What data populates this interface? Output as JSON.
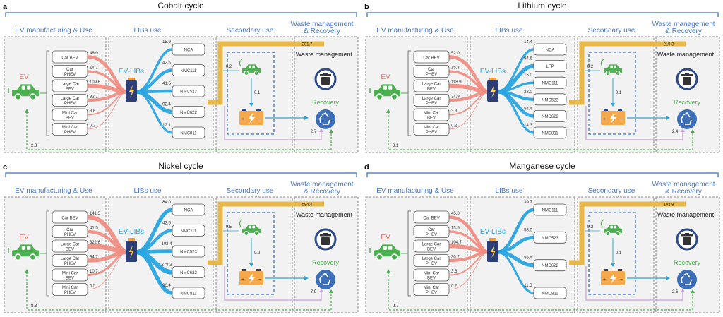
{
  "section_labels": {
    "ev": "EV manufacturing & Use",
    "libs": "LIBs use",
    "secondary": "Secondary use",
    "waste_line1": "Waste management",
    "waste_line2": "& Recovery"
  },
  "node_labels": {
    "ev": "EV",
    "ev_libs": "EV-LIBs",
    "waste_management": "Waste management",
    "recovery": "Recovery"
  },
  "colors": {
    "header_line": "#5b86c8",
    "section_text": "#4a78c2",
    "ev_green": "#4caf50",
    "ev_label_red": "#e8736b",
    "flow_red": "#f08a7e",
    "flow_blue": "#2aa4e0",
    "waste_gold": "#e8b84a",
    "dashed_border": "#888888",
    "panel_fill": "#f2f2f2",
    "secondary_dash": "#3a72c8",
    "waste_circle": "#2c4a8a",
    "recovery_circle": "#3d6eb8",
    "purple_line": "#c8a0d8"
  },
  "panels": [
    {
      "letter": "a",
      "title": "Cobalt cycle",
      "vehicles": [
        {
          "label": [
            "Car BEV"
          ],
          "value": "48.0"
        },
        {
          "label": [
            "Car",
            "PHEV"
          ],
          "value": "14.1"
        },
        {
          "label": [
            "Large Car",
            "BEV"
          ],
          "value": "109.6"
        },
        {
          "label": [
            "Large Car",
            "PHEV"
          ],
          "value": "32.1"
        },
        {
          "label": [
            "Mini Car",
            "BEV"
          ],
          "value": "3.6"
        },
        {
          "label": [
            "Mini Car",
            "PHEV"
          ],
          "value": "0.2"
        }
      ],
      "chemistries": [
        {
          "label": "NCA",
          "value": "15.9"
        },
        {
          "label": "NMC111",
          "value": "42.5"
        },
        {
          "label": "NMC523",
          "value": "41.5"
        },
        {
          "label": "NMC622",
          "value": "92.4"
        },
        {
          "label": "NMC811",
          "value": "12.1"
        }
      ],
      "waste_value": "201.7",
      "secondary_in": "0.2",
      "secondary_down": "0.1",
      "recovery_value": "2.7",
      "return_value": "2.8"
    },
    {
      "letter": "b",
      "title": "Lithium cycle",
      "vehicles": [
        {
          "label": [
            "Car BEV"
          ],
          "value": "52.0"
        },
        {
          "label": [
            "Car",
            "PHEV"
          ],
          "value": "15.3"
        },
        {
          "label": [
            "Large Car",
            "BEV"
          ],
          "value": "118.9"
        },
        {
          "label": [
            "Large Car",
            "PHEV"
          ],
          "value": "34.9"
        },
        {
          "label": [
            "Mini Car",
            "BEV"
          ],
          "value": "3.8"
        },
        {
          "label": [
            "Mini Car",
            "PHEV"
          ],
          "value": "0.2"
        }
      ],
      "chemistries": [
        {
          "label": "NCA",
          "value": "14.4"
        },
        {
          "label": "LFP",
          "value": "94.6"
        },
        {
          "label": "NMC111",
          "value": "15.0"
        },
        {
          "label": "NMC523",
          "value": "28.0"
        },
        {
          "label": "NMC622",
          "value": "54.4"
        },
        {
          "label": "NMC811",
          "value": "14.3"
        }
      ],
      "waste_value": "219.3",
      "secondary_in": "0.2",
      "secondary_down": "0.1",
      "recovery_value": "2.4",
      "return_value": "3.1"
    },
    {
      "letter": "c",
      "title": "Nickel cycle",
      "vehicles": [
        {
          "label": [
            "Car BEV"
          ],
          "value": "141.3"
        },
        {
          "label": [
            "Car",
            "PHEV"
          ],
          "value": "41.5"
        },
        {
          "label": [
            "Large Car",
            "BEV"
          ],
          "value": "322.6"
        },
        {
          "label": [
            "Large Car",
            "PHEV"
          ],
          "value": "94.7"
        },
        {
          "label": [
            "Mini Car",
            "BEV"
          ],
          "value": "10.7"
        },
        {
          "label": [
            "Mini Car",
            "PHEV"
          ],
          "value": "0.5"
        }
      ],
      "chemistries": [
        {
          "label": "NCA",
          "value": "84.0"
        },
        {
          "label": "NMC111",
          "value": "42.6"
        },
        {
          "label": "NMC523",
          "value": "103.4"
        },
        {
          "label": "NMC622",
          "value": "278.2"
        },
        {
          "label": "NMC811",
          "value": "96.4"
        }
      ],
      "waste_value": "594.4",
      "secondary_in": "0.5",
      "secondary_down": "0.2",
      "recovery_value": "7.9",
      "return_value": "8.3"
    },
    {
      "letter": "d",
      "title": "Manganese cycle",
      "vehicles": [
        {
          "label": [
            "Car BEV"
          ],
          "value": "45.8"
        },
        {
          "label": [
            "Car",
            "PHEV"
          ],
          "value": "13.5"
        },
        {
          "label": [
            "Large Car",
            "BEV"
          ],
          "value": "104.7"
        },
        {
          "label": [
            "Large Car",
            "PHEV"
          ],
          "value": "30.7"
        },
        {
          "label": [
            "Mini Car",
            "BEV"
          ],
          "value": "3.6"
        },
        {
          "label": [
            "Mini Car",
            "PHEV"
          ],
          "value": "0.2"
        }
      ],
      "chemistries": [
        {
          "label": "NMC111",
          "value": "39.7"
        },
        {
          "label": "NMC523",
          "value": "58.0"
        },
        {
          "label": "NMC622",
          "value": "86.4"
        },
        {
          "label": "NMC811",
          "value": "11.3"
        }
      ],
      "waste_value": "192.9",
      "secondary_in": "0.2",
      "secondary_down": "0.1",
      "recovery_value": "2.6",
      "return_value": "2.7"
    }
  ]
}
